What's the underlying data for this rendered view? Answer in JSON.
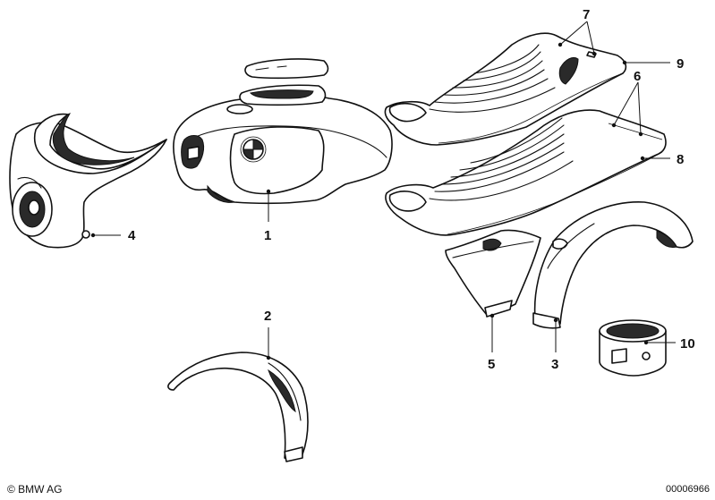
{
  "callouts": {
    "c1": "1",
    "c2": "2",
    "c3": "3",
    "c4": "4",
    "c5": "5",
    "c6": "6",
    "c7": "7",
    "c8": "8",
    "c9": "9",
    "c10": "10"
  },
  "footer": {
    "copyright": "© BMW AG",
    "doc_number": "00006966"
  },
  "colors": {
    "line": "#111111",
    "background": "#ffffff"
  }
}
